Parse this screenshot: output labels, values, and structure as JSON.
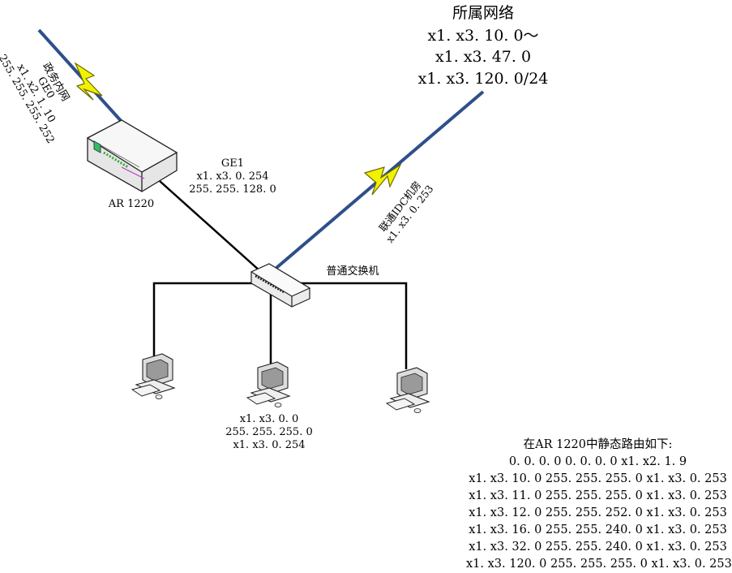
{
  "network": {
    "title": "所属网络",
    "lines": [
      "x1. x3. 10. 0～",
      "x1. x3. 47. 0",
      "x1. x3. 120. 0/24"
    ]
  },
  "gov_link": {
    "name": "政务内网",
    "port": "GE0",
    "ip": "x1. x2. 1. 10",
    "mask": "255. 255. 255. 252"
  },
  "router": {
    "label": "AR 1220"
  },
  "ge1": {
    "port": "GE1",
    "ip": "x1. x3. 0. 254",
    "mask": "255. 255. 128. 0"
  },
  "idc_link": {
    "name": "联通IDC机房",
    "ip": "x1. x3. 0. 253"
  },
  "switch": {
    "label": "普通交换机"
  },
  "pc_info": [
    "x1. x3. 0. 0",
    "255. 255. 255. 0",
    "x1. x3. 0. 254"
  ],
  "routes": {
    "title": "在AR 1220中静态路由如下:",
    "default": "0. 0. 0. 0  0. 0. 0. 0  x1. x2. 1. 9",
    "entries": [
      "x1. x3. 10. 0  255. 255. 255. 0  x1. x3. 0. 253",
      "x1. x3. 11. 0  255. 255. 255. 0  x1. x3. 0. 253",
      "x1. x3. 12. 0  255. 255. 252. 0  x1. x3. 0. 253",
      "x1. x3. 16. 0  255. 255. 240. 0  x1. x3. 0. 253",
      "x1. x3. 32. 0  255. 255. 240. 0  x1. x3. 0. 253",
      "x1. x3. 120. 0  255. 255. 255. 0  x1. x3. 0. 253"
    ]
  },
  "colors": {
    "wan_line": "#2f4f8a",
    "bolt": "#f2f200",
    "bolt_outline": "#6b6b00"
  }
}
